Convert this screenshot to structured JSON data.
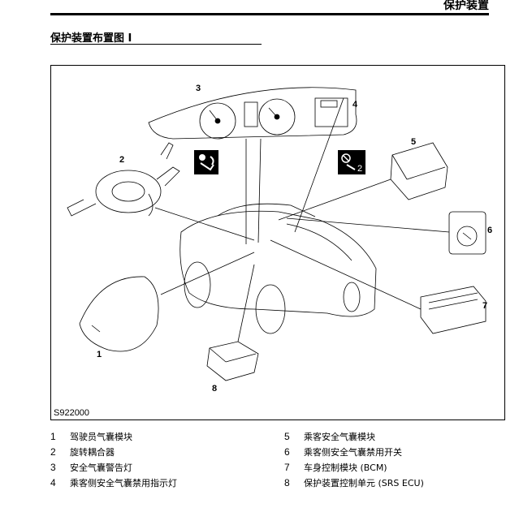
{
  "header": {
    "title": "保护装置"
  },
  "section": {
    "title": "保护装置布置图 I"
  },
  "figure": {
    "id": "S922000",
    "callouts": [
      "1",
      "2",
      "3",
      "4",
      "5",
      "6",
      "7",
      "8"
    ]
  },
  "legend": {
    "left": [
      {
        "num": "1",
        "text": "驾驶员气囊模块"
      },
      {
        "num": "2",
        "text": "旋转耦合器"
      },
      {
        "num": "3",
        "text": "安全气囊警告灯"
      },
      {
        "num": "4",
        "text": "乘客侧安全气囊禁用指示灯"
      }
    ],
    "right": [
      {
        "num": "5",
        "text": "乘客安全气囊模块"
      },
      {
        "num": "6",
        "text": "乘客侧安全气囊禁用开关"
      },
      {
        "num": "7",
        "text": "车身控制模块 (BCM)"
      },
      {
        "num": "8",
        "text": "保护装置控制单元 (SRS ECU)"
      }
    ]
  }
}
